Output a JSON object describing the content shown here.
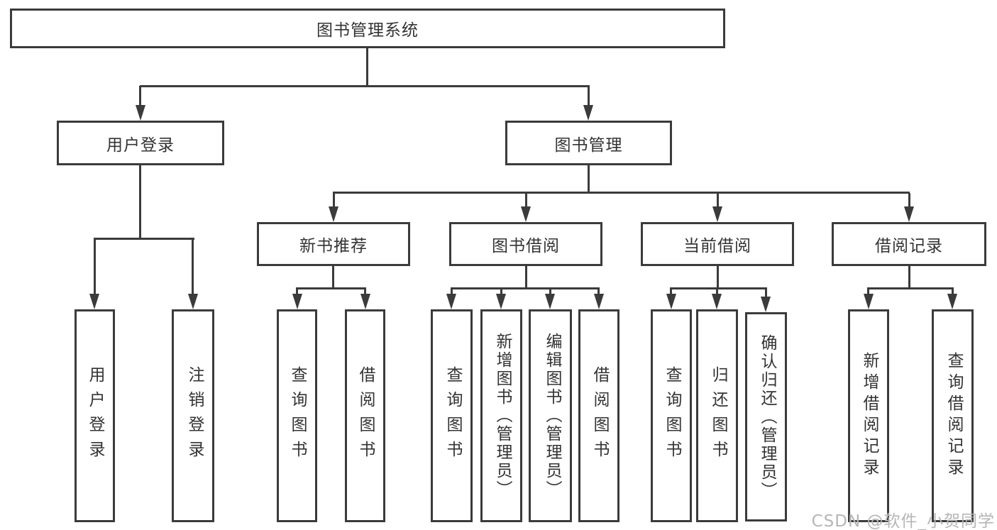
{
  "diagram": {
    "title": "图书管理系统",
    "root": "图书管理系统",
    "level2": [
      "用户登录",
      "图书管理"
    ],
    "level3": [
      "新书推荐",
      "图书借阅",
      "当前借阅",
      "借阅记录"
    ],
    "leaves": {
      "user_login": [
        "用户登录",
        "注销登录"
      ],
      "new_book_rec": [
        "查询图书",
        "借阅图书"
      ],
      "book_borrow": [
        "查询图书",
        "新增图书（管理员）",
        "编辑图书（管理员）",
        "借阅图书"
      ],
      "current_borrow": [
        "查询图书",
        "归还图书",
        "确认归还（管理员）"
      ],
      "borrow_records": [
        "新增借阅记录",
        "查询借阅记录"
      ]
    }
  },
  "watermark": "CSDN @软件_小贺同学",
  "colors": {
    "line": "#3b3b3b",
    "text": "#333333",
    "watermark": "#b6b6b6",
    "background": "#ffffff"
  }
}
